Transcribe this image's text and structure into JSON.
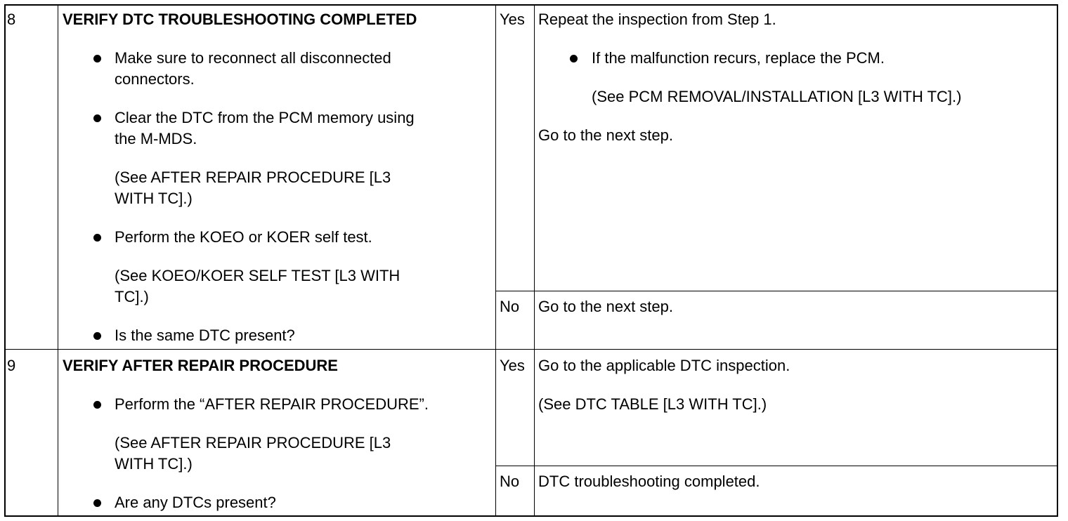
{
  "rows": [
    {
      "step": "8",
      "title": "VERIFY DTC TROUBLESHOOTING COMPLETED",
      "action": {
        "bullet1_line1": "Make sure to reconnect all disconnected",
        "bullet1_line2": "connectors.",
        "bullet2_line1": "Clear the DTC from the PCM memory using",
        "bullet2_line2": "the M-MDS.",
        "ref1_line1": "(See AFTER REPAIR PROCEDURE [L3",
        "ref1_line2": "WITH TC].)",
        "bullet3": "Perform the KOEO or KOER self test.",
        "ref2_line1": "(See KOEO/KOER SELF TEST [L3 WITH",
        "ref2_line2": "TC].)",
        "bullet4": "Is the same DTC present?"
      },
      "yes": {
        "label": "Yes",
        "line1": "Repeat the inspection from Step 1.",
        "bullet": "If the malfunction recurs, replace the PCM.",
        "ref": "(See PCM REMOVAL/INSTALLATION [L3 WITH TC].)",
        "next": "Go to the next step."
      },
      "no": {
        "label": "No",
        "text": "Go to the next step."
      }
    },
    {
      "step": "9",
      "title": "VERIFY AFTER REPAIR PROCEDURE",
      "action": {
        "bullet1": "Perform the “AFTER REPAIR PROCEDURE”.",
        "ref1_line1": "(See AFTER REPAIR PROCEDURE [L3",
        "ref1_line2": "WITH TC].)",
        "bullet2": "Are any DTCs present?"
      },
      "yes": {
        "label": "Yes",
        "line1": "Go to the applicable DTC inspection.",
        "ref": "(See DTC TABLE [L3 WITH TC].)"
      },
      "no": {
        "label": "No",
        "text": "DTC troubleshooting completed."
      }
    }
  ]
}
